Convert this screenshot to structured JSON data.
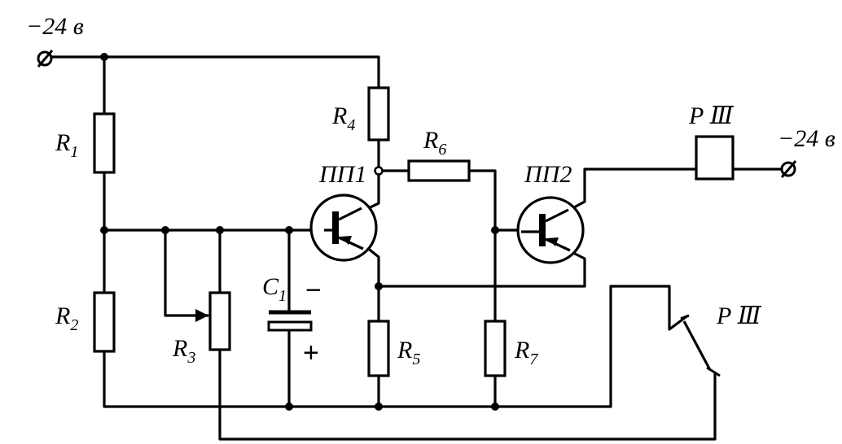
{
  "supply_voltage": "−24 в",
  "supply_voltage_right": "−24 в",
  "resistors": [
    {
      "id": "R1",
      "letter": "R",
      "index": "1"
    },
    {
      "id": "R2",
      "letter": "R",
      "index": "2"
    },
    {
      "id": "R3",
      "letter": "R",
      "index": "3"
    },
    {
      "id": "R4",
      "letter": "R",
      "index": "4"
    },
    {
      "id": "R5",
      "letter": "R",
      "index": "5"
    },
    {
      "id": "R6",
      "letter": "R",
      "index": "6"
    },
    {
      "id": "R7",
      "letter": "R",
      "index": "7"
    }
  ],
  "capacitor": {
    "letter": "C",
    "index": "1",
    "minus": "−",
    "plus": "+"
  },
  "transistors": [
    {
      "id": "PP1",
      "label": "ПП1"
    },
    {
      "id": "PP2",
      "label": "ПП2"
    }
  ],
  "relay_label": "Р Ⅲ",
  "relay_contact_label": "Р Ⅲ"
}
